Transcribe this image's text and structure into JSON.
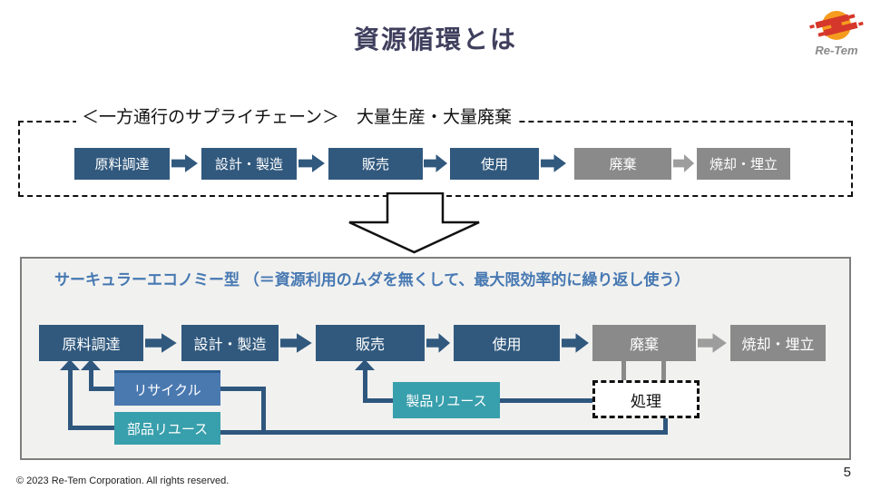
{
  "slide": {
    "title": "資源循環とは",
    "page_number": "5",
    "copyright": "© 2023 Re-Tem Corporation. All rights reserved."
  },
  "logo": {
    "brand_text": "Re-Tem"
  },
  "linear": {
    "heading": "＜一方通行のサプライチェーン＞　大量生産・大量廃棄",
    "boxes": [
      {
        "label": "原料調達"
      },
      {
        "label": "設計・製造"
      },
      {
        "label": "販売"
      },
      {
        "label": "使用"
      },
      {
        "label": "廃棄"
      },
      {
        "label": "焼却・埋立"
      }
    ]
  },
  "circular": {
    "heading": "サーキュラーエコノミー型 （＝資源利用のムダを無くして、最大限効率的に繰り返し使う）",
    "boxes": [
      {
        "label": "原料調達"
      },
      {
        "label": "設計・製造"
      },
      {
        "label": "販売"
      },
      {
        "label": "使用"
      },
      {
        "label": "廃棄"
      },
      {
        "label": "焼却・埋立"
      }
    ],
    "loops": {
      "recycle": "リサイクル",
      "parts_reuse": "部品リユース",
      "product_reuse": "製品リユース",
      "treatment": "処理"
    }
  },
  "colors": {
    "box_blue": "#31597E",
    "box_gray": "#8A8A8A",
    "arrow_gray": "#9D9D9D",
    "sub_blue": "#4A79B0",
    "sub_blue_edge": "#2C5E8F",
    "teal": "#389FAC",
    "line_blue": "#2F577E",
    "line_gray": "#8A8A8A",
    "title_navy": "#3F3F5E",
    "heading_blue": "#4678B2",
    "logo_orange": "#F59C1F",
    "logo_red": "#D6372B",
    "panel_bg": "#F1F1EF",
    "panel_border": "#7F7F7F"
  }
}
